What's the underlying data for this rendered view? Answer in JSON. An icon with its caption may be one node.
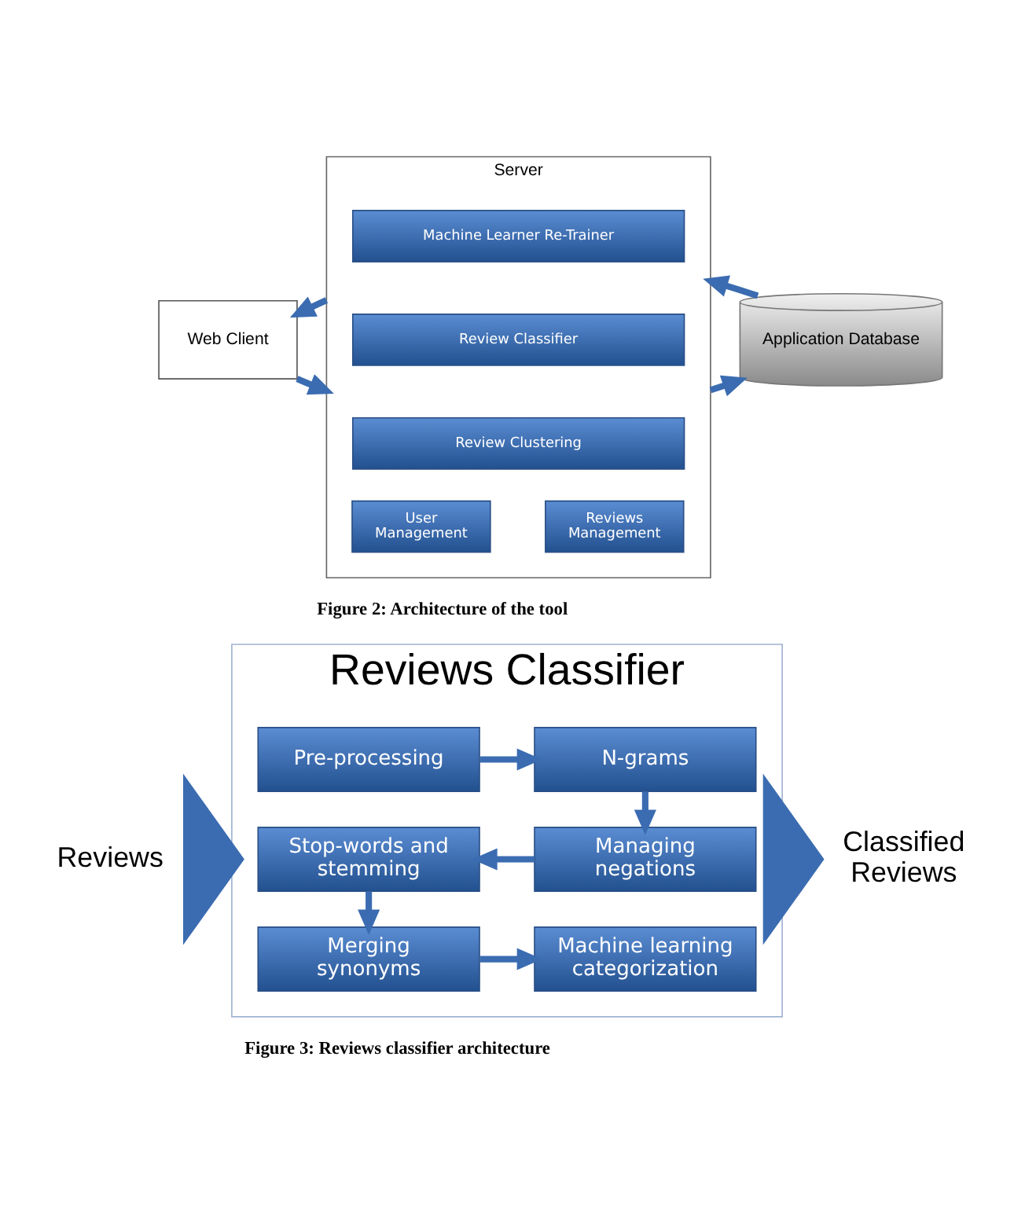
{
  "diagram": {
    "nodes": [
      {
        "text": [
          "Server"
        ]
      },
      {
        "text": [
          "Machine Learner Re-Trainer"
        ],
        "in": 0
      },
      {
        "text": [
          "Review Classifier"
        ],
        "in": 0
      },
      {
        "text": [
          "Review Clustering"
        ],
        "in": 0
      },
      {
        "text": [
          "User Management"
        ],
        "in": 0
      },
      {
        "text": [
          "Reviews Management"
        ],
        "in": 0
      },
      {
        "text": [
          "Web Client"
        ]
      },
      {
        "text": [
          "Application Database"
        ]
      },
      {
        "text": [
          "Reviews Classifier"
        ]
      },
      {
        "text": [
          "Pre-processing"
        ],
        "in": 8
      },
      {
        "text": [
          "N-grams"
        ],
        "in": 8
      },
      {
        "text": [
          "Stop-words and stemming"
        ],
        "in": 8
      },
      {
        "text": [
          "Managing negations"
        ],
        "in": 8
      },
      {
        "text": [
          "Merging synonyms"
        ],
        "in": 8
      },
      {
        "text": [
          "Machine learning categorization"
        ],
        "in": 8
      },
      {
        "text": [
          "Reviews"
        ]
      },
      {
        "text": [
          "Classified Reviews"
        ]
      }
    ],
    "edges": [
      {
        "from": 0,
        "to": 6,
        "arrow": "to"
      },
      {
        "from": 6,
        "to": 0,
        "arrow": "to"
      },
      {
        "from": 7,
        "to": 0,
        "arrow": "to"
      },
      {
        "from": 0,
        "to": 7,
        "arrow": "to"
      },
      {
        "from": 15,
        "to": 8,
        "arrow": "to",
        "style": "thick"
      },
      {
        "from": 9,
        "to": 10,
        "arrow": "to"
      },
      {
        "from": 10,
        "to": 12,
        "arrow": "to"
      },
      {
        "from": 12,
        "to": 11,
        "arrow": "to"
      },
      {
        "from": 8,
        "to": 16,
        "arrow": "to",
        "style": "thick"
      },
      {
        "from": 11,
        "to": 13,
        "arrow": "to"
      },
      {
        "from": 13,
        "to": 14,
        "arrow": "to"
      }
    ],
    "labels": [
      "Figure 2: Architecture of the tool",
      "Figure 3: Reviews classifier architecture"
    ]
  }
}
